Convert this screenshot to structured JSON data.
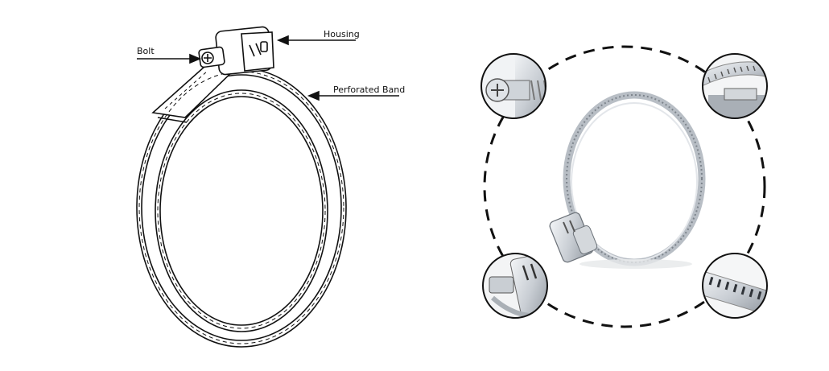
{
  "labels": {
    "bolt": "Bolt",
    "housing": "Housing",
    "perforated_band": "Perforated Band"
  },
  "colors": {
    "line": "#111111",
    "steel_light": "#e9ecef",
    "steel_mid": "#c5cad0",
    "steel_dark": "#8d949c",
    "dashed_ring": "#111111"
  },
  "icons": [
    "bolt-closeup",
    "band-housing-closeup",
    "housing-closeup",
    "band-perforation-closeup"
  ]
}
